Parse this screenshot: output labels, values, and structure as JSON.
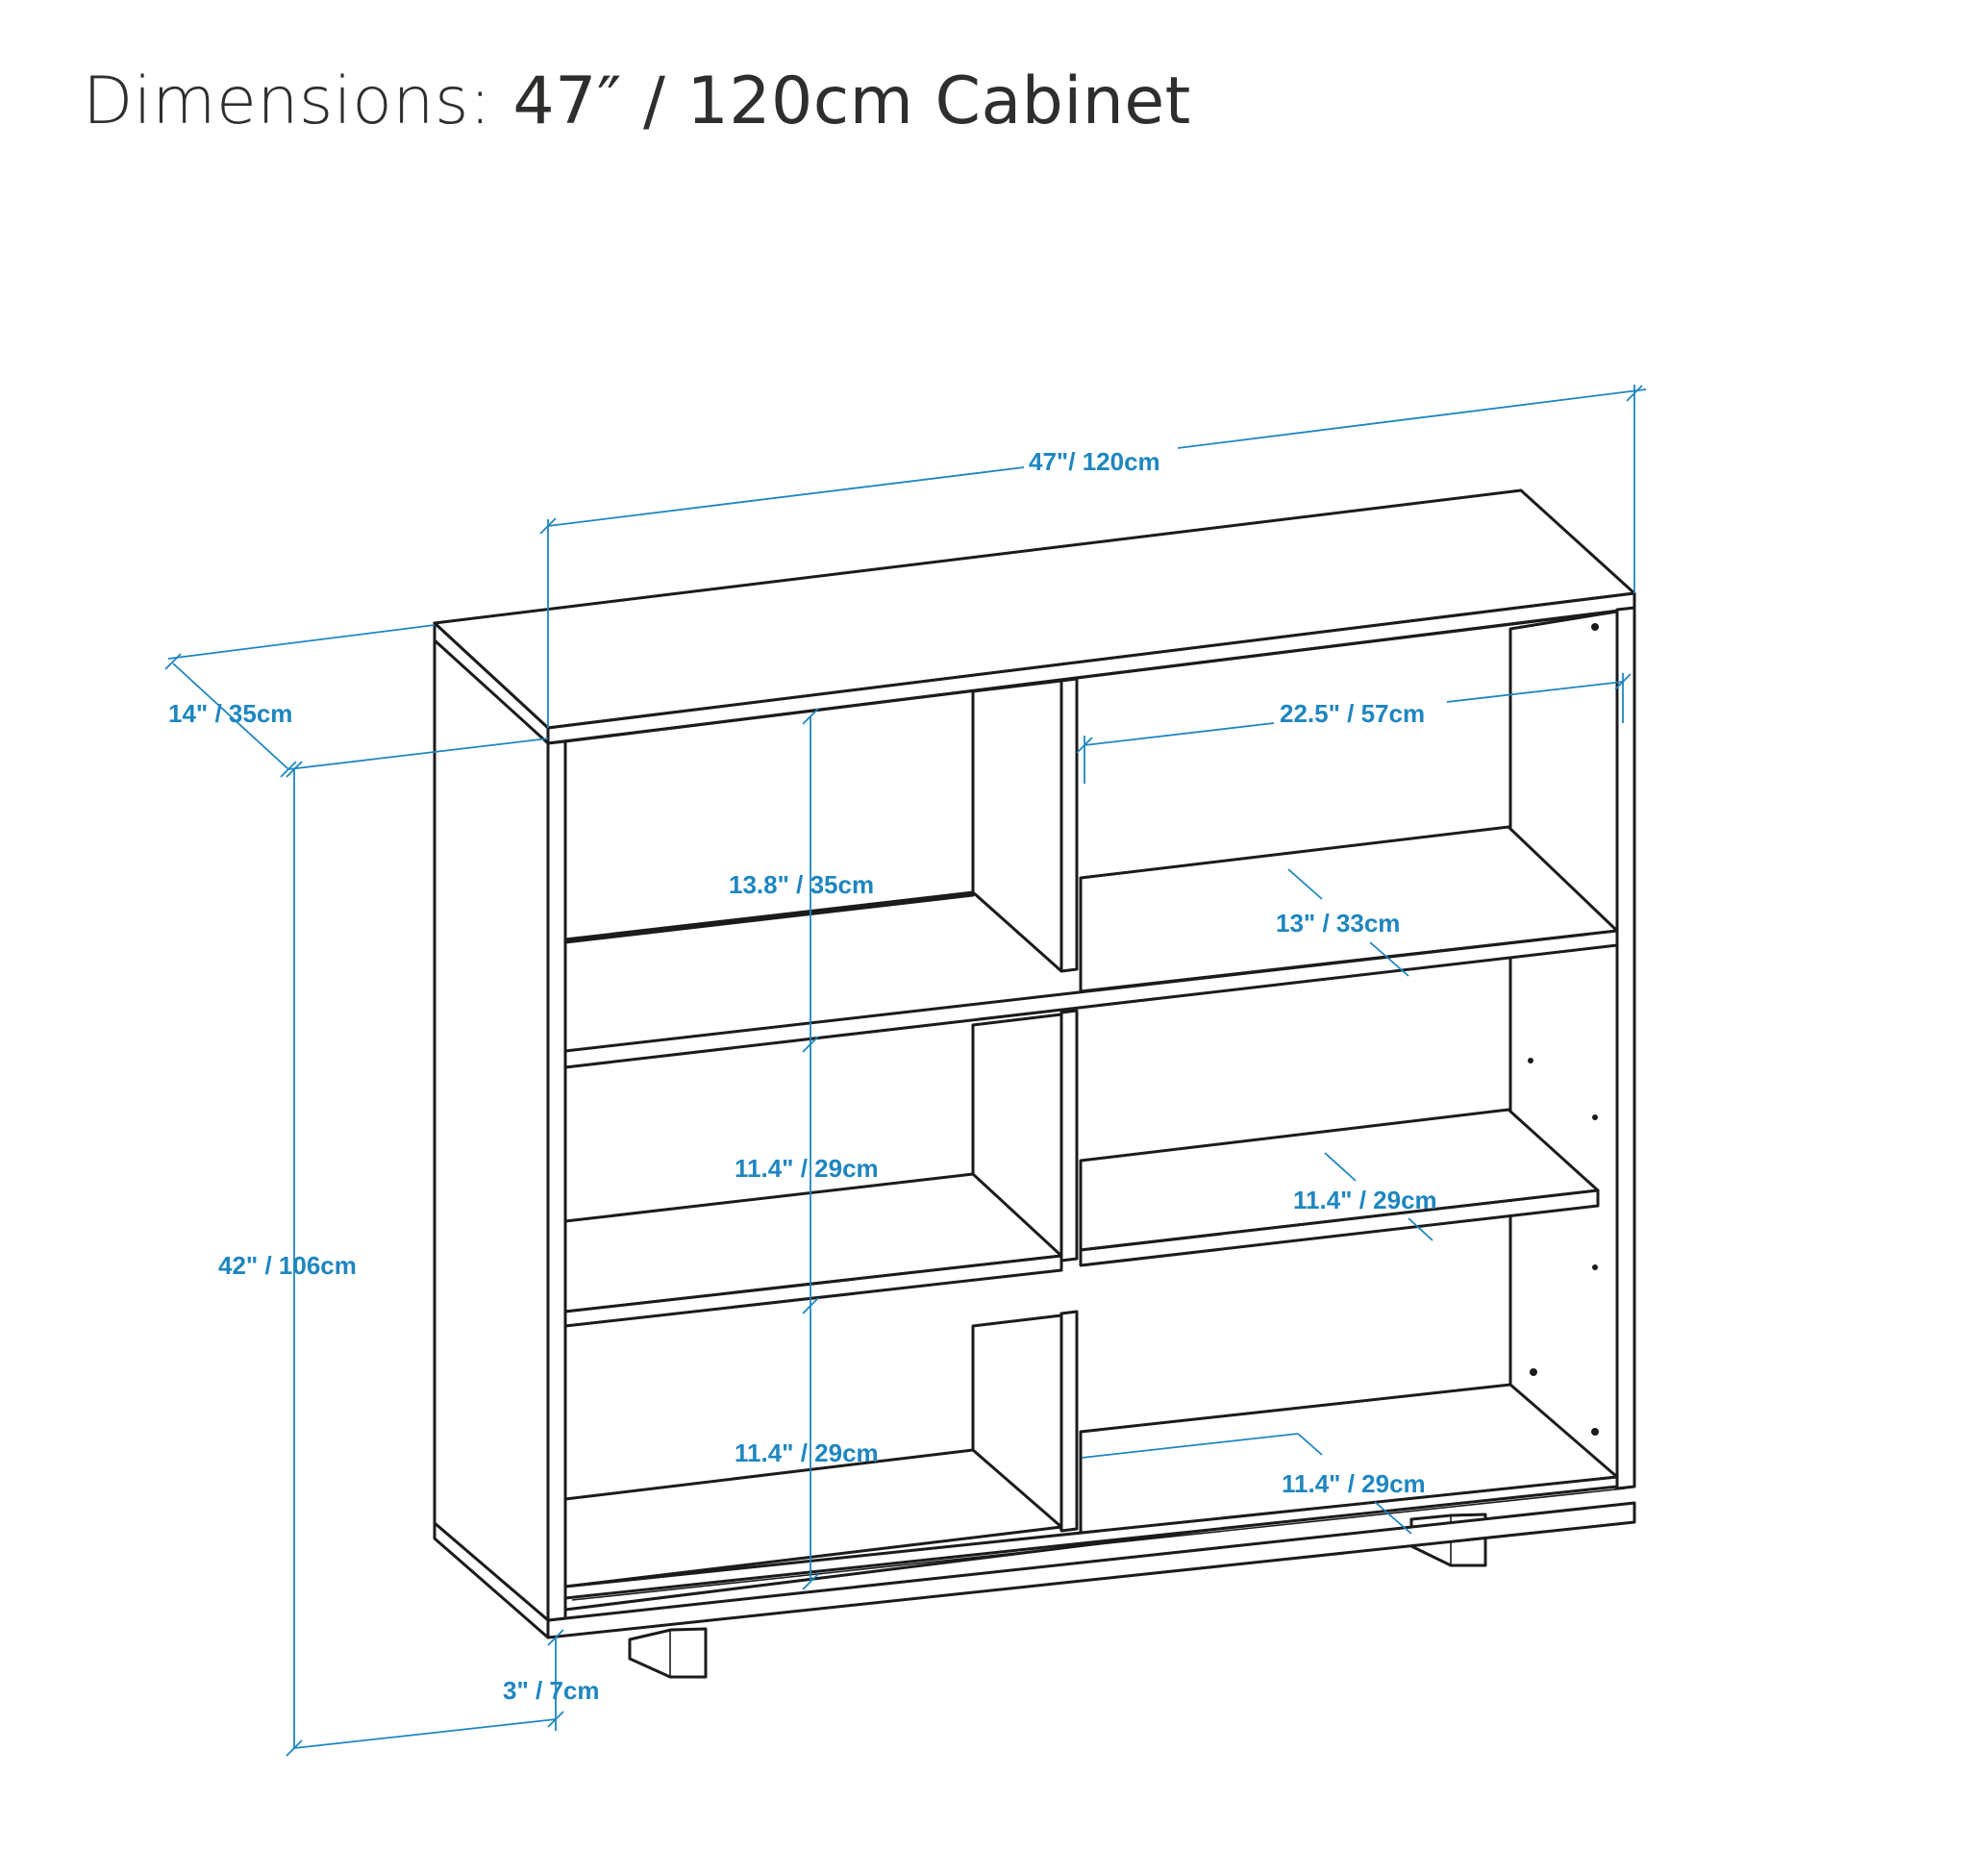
{
  "title": {
    "prefix": "Dimensions:",
    "suffix": "47″ / 120cm Cabinet"
  },
  "dimensions": {
    "width": "47\"/ 120cm",
    "depth": "14\" / 35cm",
    "height": "42\" / 106cm",
    "leg_height": "3\" / 7cm",
    "top_left_compartment": "13.8\" / 35cm",
    "top_right_width": "22.5\" / 57cm",
    "shelf_depth": "13\" / 33cm",
    "left_middle_compartment": "11.4\" / 29cm",
    "right_adjustable_shelf": "11.4\" / 29cm",
    "left_bottom_compartment": "11.4\" / 29cm",
    "right_bottom_compartment": "11.4\" / 29cm"
  },
  "colors": {
    "dimension_text": "#1e86c0",
    "outline": "#1b1b1b",
    "title_text": "#2f2e2c"
  }
}
